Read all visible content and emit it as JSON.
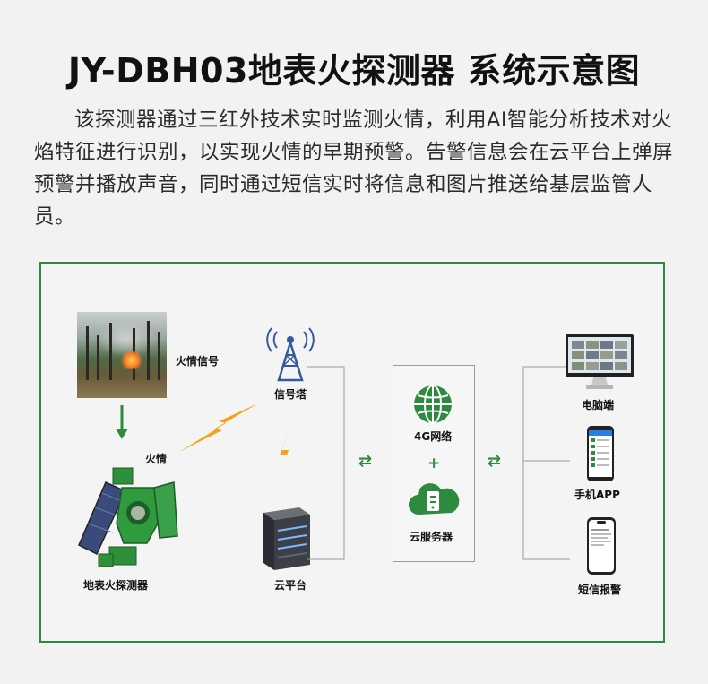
{
  "header": {
    "title": "JY-DBH03地表火探测器 系统示意图",
    "description": "该探测器通过三红外技术实时监测火情，利用AI智能分析技术对火焰特征进行识别，以实现火情的早期预警。告警信息会在云平台上弹屏预警并播放声音，同时通过短信实时将信息和图片推送给基层监管人员。"
  },
  "diagram": {
    "fire_signal_label": "火情信号",
    "fire_label": "火情",
    "detector_label": "地表火探测器",
    "tower_label": "信号塔",
    "cloud_platform_label": "云平台",
    "network_label": "4G网络",
    "plus": "+",
    "server_label": "云服务器",
    "computer_label": "电脑端",
    "mobile_app_label": "手机APP",
    "sms_label": "短信报警",
    "exchange_symbol": "⇄"
  },
  "colors": {
    "accent": "#2d8a3e",
    "lightning": "#f2a51c",
    "frame": "#2d8a3e"
  }
}
